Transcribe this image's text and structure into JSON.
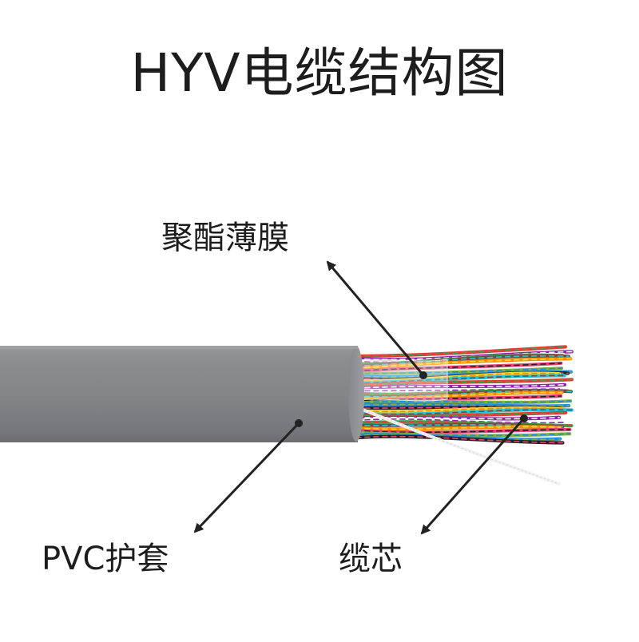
{
  "title": "HYV电缆结构图",
  "labels": {
    "film": "聚酯薄膜",
    "jacket": "PVC护套",
    "core": "缆芯"
  },
  "colors": {
    "jacket": "#8a8b8d",
    "arrow": "#222222",
    "wires": [
      "#e53935",
      "#fb8c00",
      "#fdd835",
      "#43a047",
      "#1e88e5",
      "#8e24aa",
      "#ec407a",
      "#26c6da",
      "#6d4c41",
      "#212121",
      "#ffffff",
      "#7cb342"
    ]
  }
}
